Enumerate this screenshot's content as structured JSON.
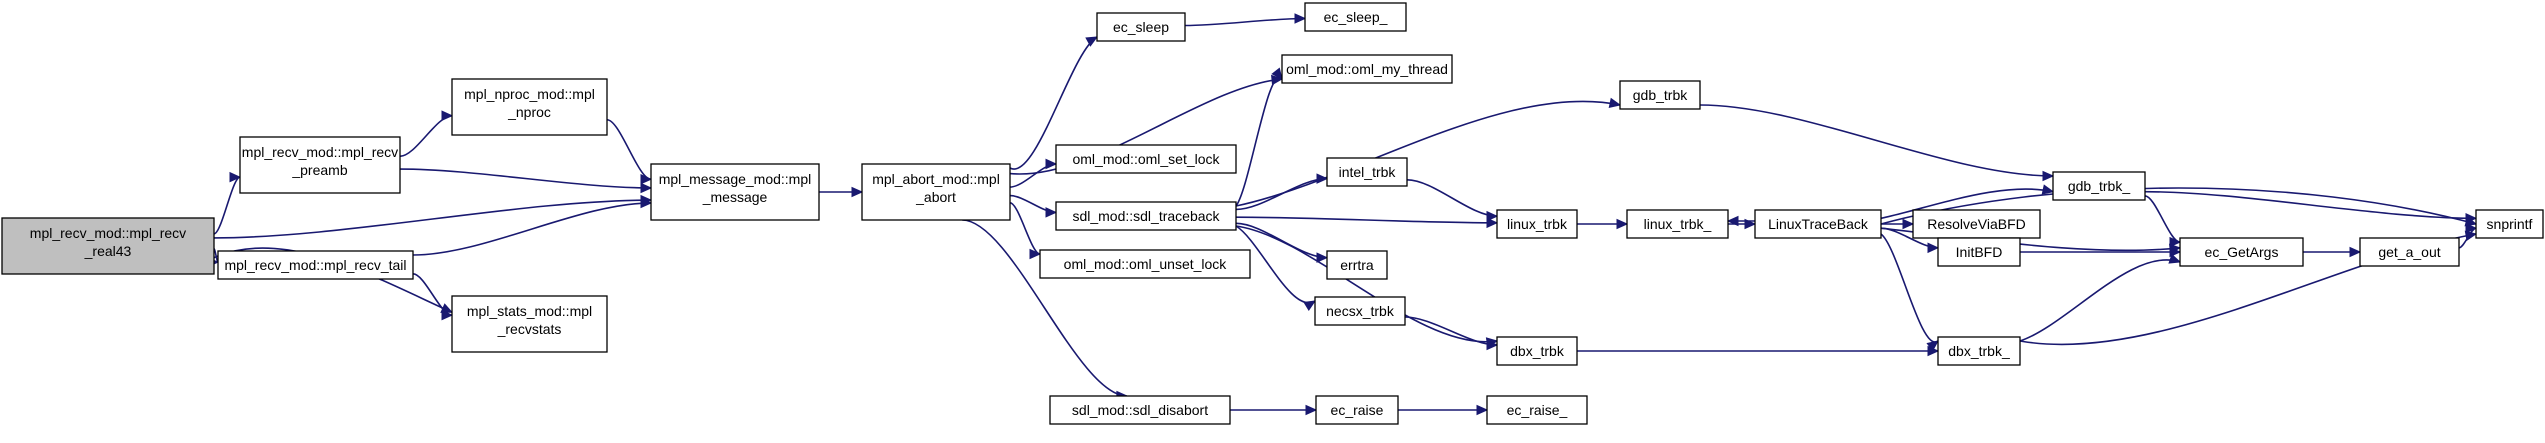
{
  "colors": {
    "edge": "#191970",
    "node_border": "#000000",
    "root_fill": "#bfbfbf",
    "node_fill": "#ffffff"
  },
  "nodes": {
    "recv_real43": [
      "mpl_recv_mod::mpl_recv",
      "_real43"
    ],
    "recv_preamb": [
      "mpl_recv_mod::mpl_recv",
      "_preamb"
    ],
    "recv_tail": [
      "mpl_recv_mod::mpl_recv_tail"
    ],
    "nproc": [
      "mpl_nproc_mod::mpl",
      "_nproc"
    ],
    "message": [
      "mpl_message_mod::mpl",
      "_message"
    ],
    "recvstats": [
      "mpl_stats_mod::mpl",
      "_recvstats"
    ],
    "abort": [
      "mpl_abort_mod::mpl",
      "_abort"
    ],
    "ec_sleep": [
      "ec_sleep"
    ],
    "ec_sleep_": [
      "ec_sleep_"
    ],
    "oml_my_thread": [
      "oml_mod::oml_my_thread"
    ],
    "oml_set_lock": [
      "oml_mod::oml_set_lock"
    ],
    "sdl_traceback": [
      "sdl_mod::sdl_traceback"
    ],
    "oml_unset_lock": [
      "oml_mod::oml_unset_lock"
    ],
    "sdl_disabort": [
      "sdl_mod::sdl_disabort"
    ],
    "gdb_trbk": [
      "gdb_trbk"
    ],
    "intel_trbk": [
      "intel_trbk"
    ],
    "linux_trbk": [
      "linux_trbk"
    ],
    "linux_trbk_": [
      "linux_trbk_"
    ],
    "LinuxTraceBack": [
      "LinuxTraceBack"
    ],
    "gdb_trbk_": [
      "gdb_trbk_"
    ],
    "ResolveViaBFD": [
      "ResolveViaBFD"
    ],
    "InitBFD": [
      "InitBFD"
    ],
    "ec_GetArgs": [
      "ec_GetArgs"
    ],
    "get_a_out": [
      "get_a_out"
    ],
    "snprintf": [
      "snprintf"
    ],
    "errtra": [
      "errtra"
    ],
    "necsx_trbk": [
      "necsx_trbk"
    ],
    "dbx_trbk": [
      "dbx_trbk"
    ],
    "dbx_trbk_": [
      "dbx_trbk_"
    ],
    "ec_raise": [
      "ec_raise"
    ],
    "ec_raise_": [
      "ec_raise_"
    ]
  }
}
